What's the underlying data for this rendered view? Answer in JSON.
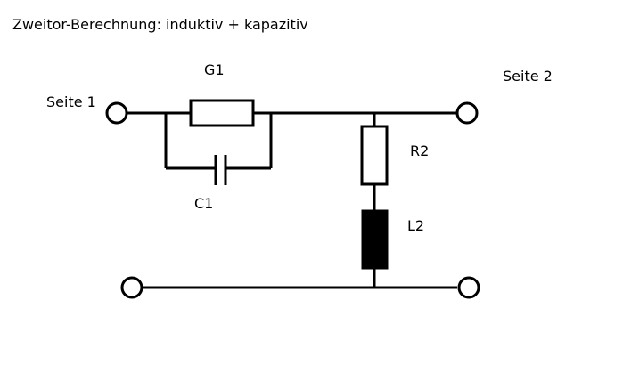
{
  "title": "Zweitor-Berechnung: induktiv + kapazitiv",
  "labels": {
    "side1": "Seite 1",
    "side2": "Seite 2",
    "g1": "G1",
    "c1": "C1",
    "r2": "R2",
    "l2": "L2"
  },
  "colors": {
    "background": "#ffffff",
    "stroke": "#000000",
    "inductor_fill": "#000000"
  }
}
